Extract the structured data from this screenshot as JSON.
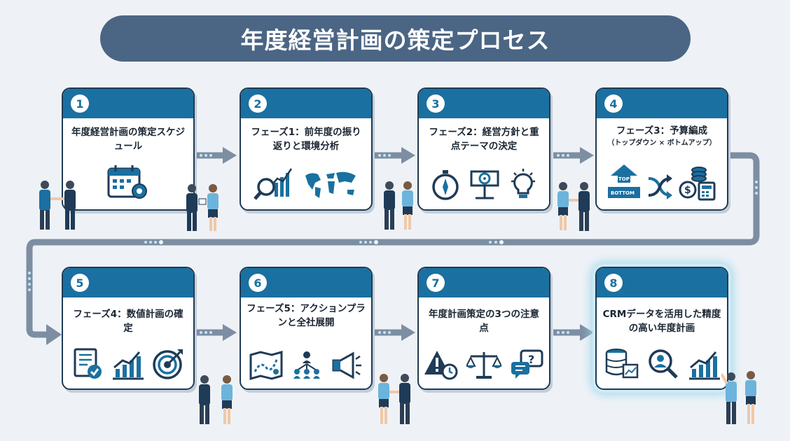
{
  "title": "年度経営計画の策定プロセス",
  "steps": [
    {
      "num": "1",
      "title": "年度経営計画の策定スケジュール",
      "icons": [
        "calendar-gear-icon"
      ]
    },
    {
      "num": "2",
      "title": "フェーズ1：前年度の振り返りと環境分析",
      "icons": [
        "magnifier-chart-icon",
        "world-map-icon"
      ]
    },
    {
      "num": "3",
      "title": "フェーズ2：経営方針と重点テーマの決定",
      "icons": [
        "compass-icon",
        "target-board-icon",
        "lightbulb-icon"
      ]
    },
    {
      "num": "4",
      "title": "フェーズ3：予算編成",
      "subtitle": "（トップダウン × ボトムアップ）",
      "top_label": "TOP",
      "bottom_label": "BOTTOM",
      "icons": [
        "top-bottom-icon",
        "merge-arrows-icon",
        "coins-calculator-icon"
      ]
    },
    {
      "num": "5",
      "title": "フェーズ4：数値計画の確定",
      "icons": [
        "checklist-doc-icon",
        "growth-chart-icon",
        "target-icon"
      ]
    },
    {
      "num": "6",
      "title": "フェーズ5：アクションプランと全社展開",
      "icons": [
        "roadmap-icon",
        "org-chart-icon",
        "megaphone-icon"
      ]
    },
    {
      "num": "7",
      "title": "年度計画策定の3つの注意点",
      "icons": [
        "warning-clock-icon",
        "scale-icon",
        "chat-question-icon"
      ]
    },
    {
      "num": "8",
      "title": "CRMデータを活用した精度の高い年度計画",
      "icons": [
        "database-icon",
        "search-user-icon",
        "growth-chart-icon"
      ]
    }
  ],
  "colors": {
    "header": "#1a70a0",
    "title_bg": "#4b6584",
    "line": "#7d8ea3",
    "dark": "#1f3b57",
    "accent_light": "#9fd6ec"
  }
}
